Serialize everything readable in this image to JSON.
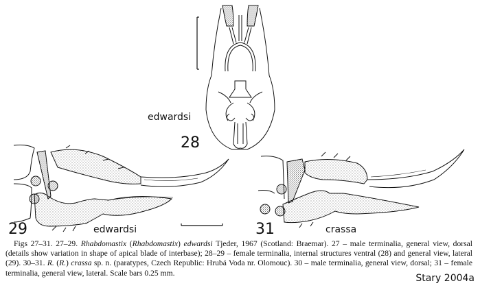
{
  "figure": {
    "panels": [
      {
        "id": "28",
        "label": "28",
        "species_label": "edwardsi",
        "view": "female terminalia, internal structures ventral"
      },
      {
        "id": "29",
        "label": "29",
        "species_label": "edwardsi",
        "view": "female terminalia, general view, lateral"
      },
      {
        "id": "31",
        "label": "31",
        "species_label": "crassa",
        "view": "female terminalia, general view, lateral"
      }
    ],
    "scale_bars": [
      "vertical scale bar (fig 28)",
      "horizontal scale bar (fig 29)"
    ]
  },
  "caption": {
    "p1": "Figs 27–31. 27–29. ",
    "genus": "Rhabdomastix",
    "p2": " (",
    "subgenus": "Rhabdomastix",
    "p3": ") ",
    "species": "edwardsi",
    "p4": " Tjeder, 1967 (Scotland: Braemar). 27 – male terminalia, general view, dorsal (details show variation in shape of apical blade of interbase); 28–29 – female terminalia, internal structures ventral (28) and general view, lateral (29). 30–31. ",
    "abbr1": "R.",
    "p5": " (",
    "abbr2": "R.",
    "p6": ") ",
    "species2": "crassa",
    "p7": " sp. n. (paratypes, Czech Republic: Hrubá Voda nr. Olomouc). 30 – male terminalia, general view, dorsal; 31 – female terminalia, general view, lateral. Scale bars 0.25 mm."
  },
  "credit": "Stary 2004a"
}
